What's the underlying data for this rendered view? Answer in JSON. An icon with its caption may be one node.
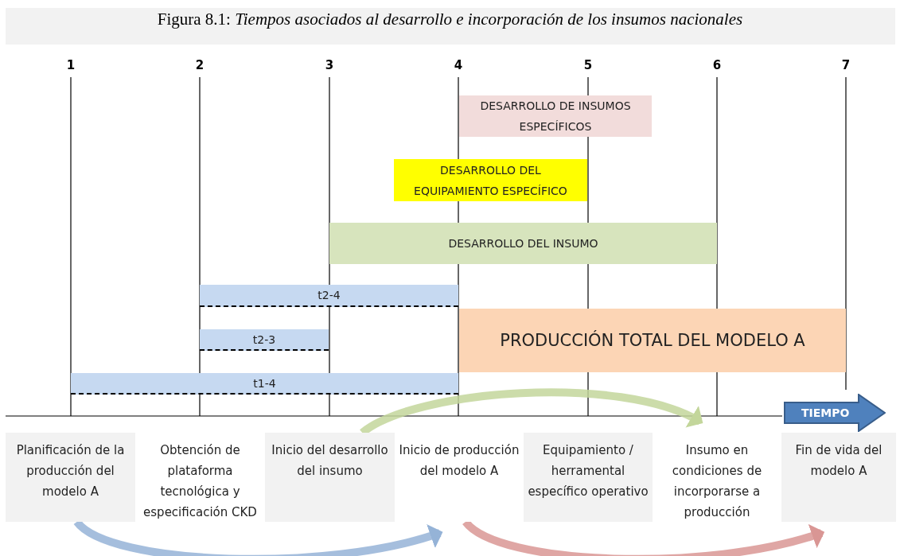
{
  "diagram": {
    "title": "Figura 8.1: *Tiempos asociados al desarrollo e incorporación de los insumos nacionales*",
    "nodes": [
      {
        "text": [
          "DESARROLLO DE INSUMOS ESPECÍFICOS"
        ]
      },
      {
        "text": [
          "DESARROLLO DEL EQUIPAMIENTO ESPECÍFICO"
        ]
      },
      {
        "text": [
          "DESARROLLO DEL INSUMO"
        ]
      },
      {
        "text": [
          "t2-4"
        ]
      },
      {
        "text": [
          "PRODUCCIÓN TOTAL DEL MODELO A"
        ]
      },
      {
        "text": [
          "t2-3"
        ]
      },
      {
        "text": [
          "t1-4"
        ]
      },
      {
        "text": [
          "TIEMPO"
        ]
      },
      {
        "text": [
          "Planificación de la producción del modelo A"
        ]
      },
      {
        "text": [
          "Obtención de plataforma tecnológica y especificación CKD"
        ]
      },
      {
        "text": [
          "Inicio del desarrollo del insumo"
        ]
      },
      {
        "text": [
          "Inicio de producción del modelo A"
        ]
      },
      {
        "text": [
          "Equipamiento / herramental específico operativo"
        ]
      },
      {
        "text": [
          "Insumo en condiciones de incorporarse a producción"
        ]
      },
      {
        "text": [
          "Fin de vida del modelo A"
        ]
      }
    ],
    "edges": [
      {
        "from": 8,
        "to": 11,
        "arrow": "to",
        "color": "#95b3d7"
      },
      {
        "from": 10,
        "to": 13,
        "arrow": "to",
        "color": "#c3d69b"
      },
      {
        "from": 11,
        "to": 14,
        "arrow": "to",
        "color": "#d99694"
      }
    ],
    "labels": [
      "1",
      "2",
      "3",
      "4",
      "5",
      "6",
      "7"
    ]
  }
}
